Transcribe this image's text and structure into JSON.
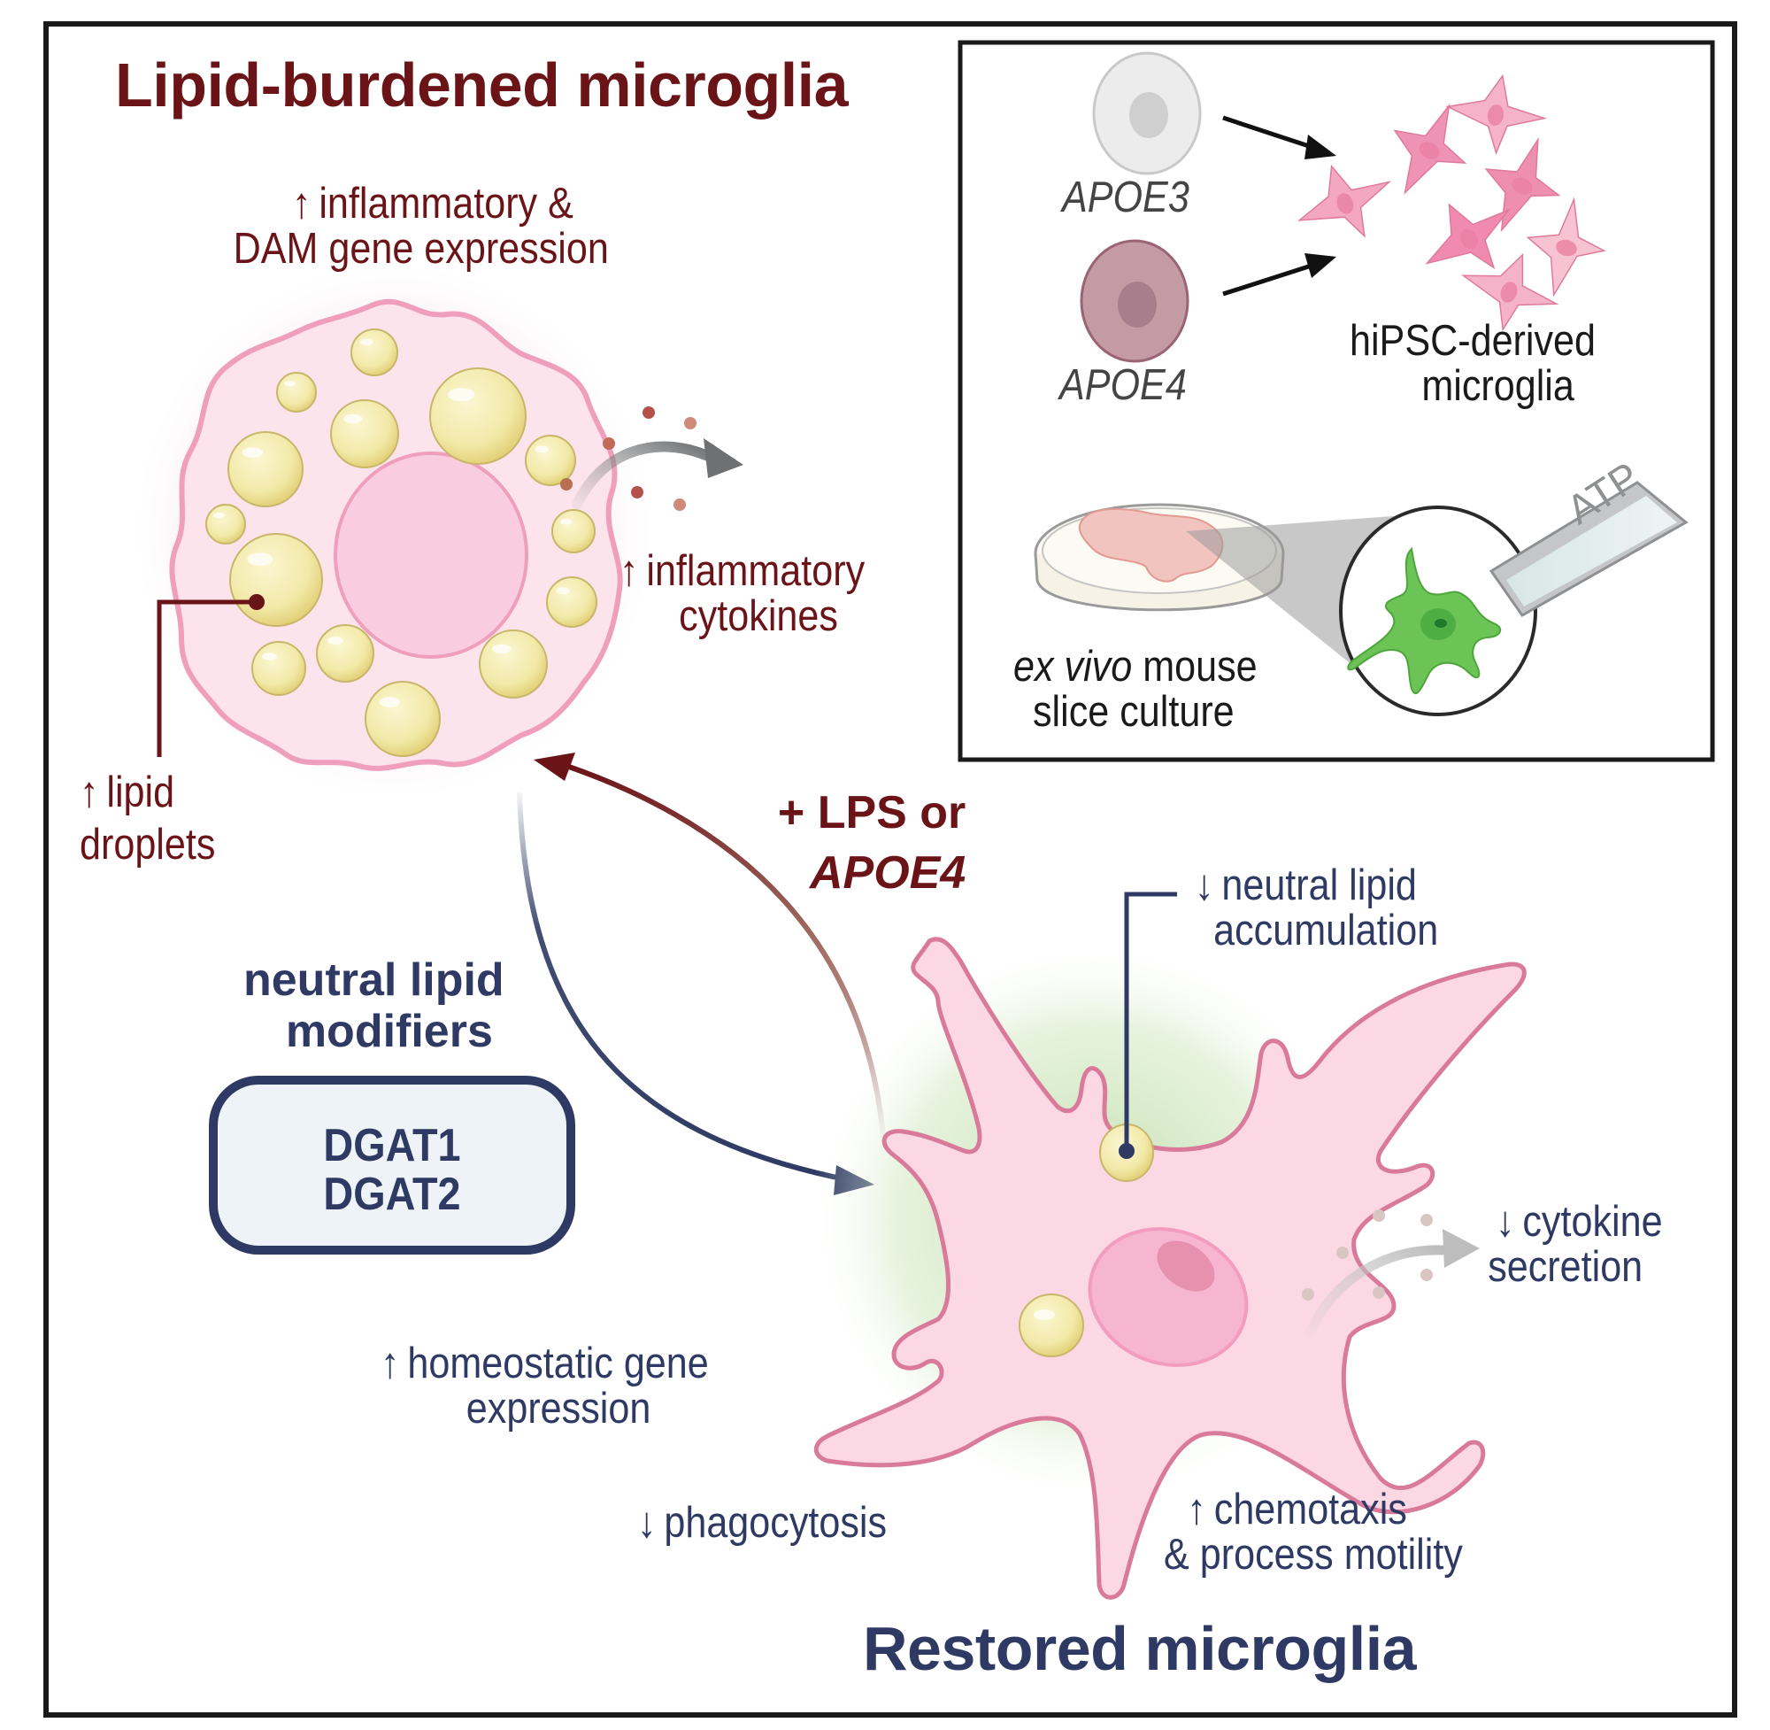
{
  "figure": {
    "type": "graphical-abstract",
    "colors": {
      "lipid_burdened": "#6b1418",
      "restored": "#2e3a63",
      "cell_pink": "#f9d5e0",
      "cell_outline": "#d97a9a",
      "lipid_droplet": "#f2e9a8",
      "halo_green": "#c9e3b4",
      "gfp_green": "#5cbf4a",
      "frame": "#1a1a1a"
    }
  },
  "lipid_burdened": {
    "title": "Lipid-burdened microglia",
    "inflammatory_dam": {
      "direction": "up",
      "line1": "inflammatory &",
      "line2": "DAM gene expression"
    },
    "cytokines": {
      "direction": "up",
      "line1": "inflammatory",
      "line2": "cytokines"
    },
    "lipid_droplets": {
      "direction": "up",
      "line1": "lipid",
      "line2": "droplets"
    }
  },
  "transition": {
    "stimulus_line1": "+ LPS or",
    "stimulus_line2": "APOE4"
  },
  "modifiers": {
    "heading_line1": "neutral lipid",
    "heading_line2": "modifiers",
    "targets": [
      "DGAT1",
      "DGAT2"
    ]
  },
  "restored": {
    "title": "Restored microglia",
    "neutral_lipid": {
      "direction": "down",
      "line1": "neutral lipid",
      "line2": "accumulation"
    },
    "cytokine": {
      "direction": "down",
      "line1": "cytokine",
      "line2": "secretion"
    },
    "homeostatic": {
      "direction": "up",
      "line1": "homeostatic gene",
      "line2": "expression"
    },
    "phagocytosis": {
      "direction": "down",
      "line1": "phagocytosis"
    },
    "chemotaxis": {
      "direction": "up",
      "line1": "chemotaxis",
      "line2": "& process motility"
    }
  },
  "inset": {
    "apoe3_label": "APOE3",
    "apoe4_label": "APOE4",
    "ipsc_line1": "hiPSC-derived",
    "ipsc_line2": "microglia",
    "slice_italic": "ex vivo",
    "slice_rest": " mouse",
    "slice_line2": "slice culture",
    "pipette_label": "ATP"
  },
  "icons": {
    "up": "↑",
    "down": "↓"
  }
}
